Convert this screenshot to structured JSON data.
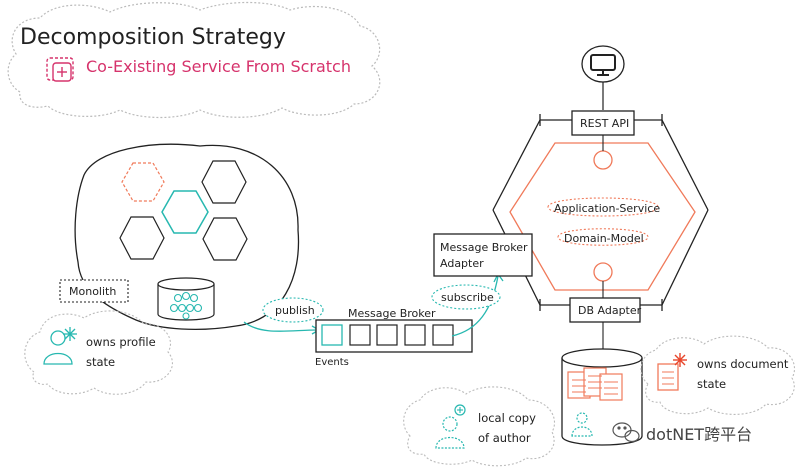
{
  "title": "Decomposition Strategy",
  "subtitle": "Co-Existing Service From Scratch",
  "colors": {
    "ink": "#222222",
    "accent_pink": "#d6336c",
    "teal": "#27b8b0",
    "orange": "#f07a5a",
    "cloud": "#bbbbbb"
  },
  "monolith": {
    "label": "Monolith",
    "note_line1": "owns profile",
    "note_line2": "state"
  },
  "broker": {
    "label": "Message Broker",
    "events_label": "Events",
    "publish_label": "publish",
    "subscribe_label": "subscribe"
  },
  "service": {
    "rest_api_label": "REST API",
    "broker_adapter_line1": "Message Broker",
    "broker_adapter_line2": "Adapter",
    "app_service_label": "Application-Service",
    "domain_model_label": "Domain-Model",
    "db_adapter_label": "DB Adapter",
    "note_line1": "owns document",
    "note_line2": "state",
    "local_copy_line1": "local copy",
    "local_copy_line2": "of author"
  },
  "watermark": {
    "text": "dotNET跨平台"
  }
}
